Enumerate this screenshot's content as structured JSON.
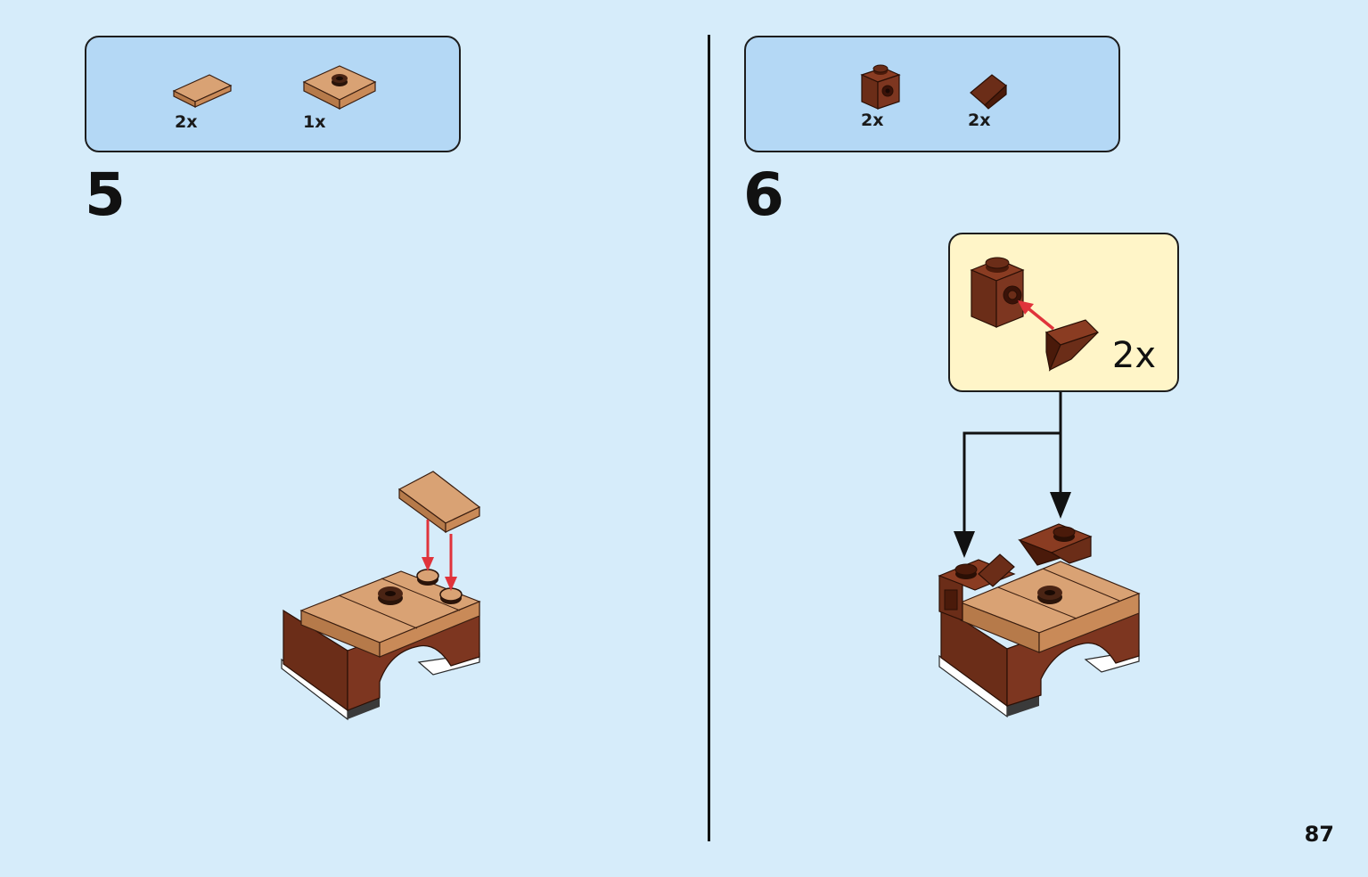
{
  "step5": {
    "number": "5",
    "parts": [
      {
        "qty": "2x",
        "icon": "tan-tile-1x2-icon",
        "color": "#c98f5e"
      },
      {
        "qty": "1x",
        "icon": "tan-jumper-plate-2x2-icon",
        "color": "#c98f5e"
      }
    ]
  },
  "step6": {
    "number": "6",
    "parts": [
      {
        "qty": "2x",
        "icon": "brown-bracket-brick-icon",
        "color": "#6b2d18"
      },
      {
        "qty": "2x",
        "icon": "brown-slope-brick-icon",
        "color": "#6b2d18"
      }
    ],
    "callout": {
      "qty": "2x"
    }
  },
  "page": {
    "number": "87"
  },
  "colors": {
    "background": "#d6ecfa",
    "parts_box": "#b4d8f5",
    "callout": "#fff5c8",
    "reddish_brown": "#6b2d18",
    "medium_nougat": "#c98f5e",
    "arrow_red": "#e0333b"
  }
}
